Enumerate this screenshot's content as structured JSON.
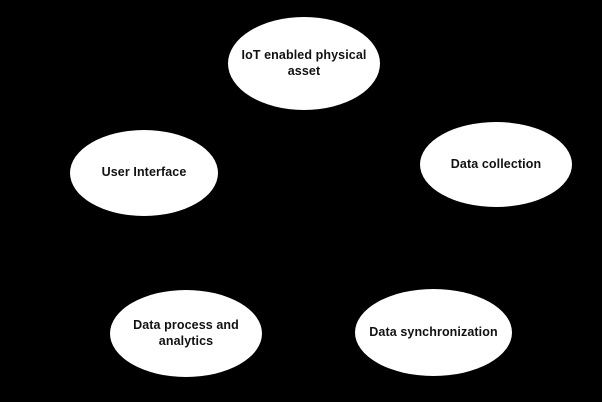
{
  "diagram": {
    "background_color": "#000000",
    "node_fill_color": "#ffffff",
    "node_text_color": "#111111",
    "nodes": [
      {
        "id": "iot-asset",
        "label": "IoT enabled physical\nasset"
      },
      {
        "id": "user-interface",
        "label": "User Interface"
      },
      {
        "id": "data-collection",
        "label": "Data collection"
      },
      {
        "id": "data-process",
        "label": "Data process and\nanalytics"
      },
      {
        "id": "data-sync",
        "label": "Data synchronization"
      }
    ]
  }
}
